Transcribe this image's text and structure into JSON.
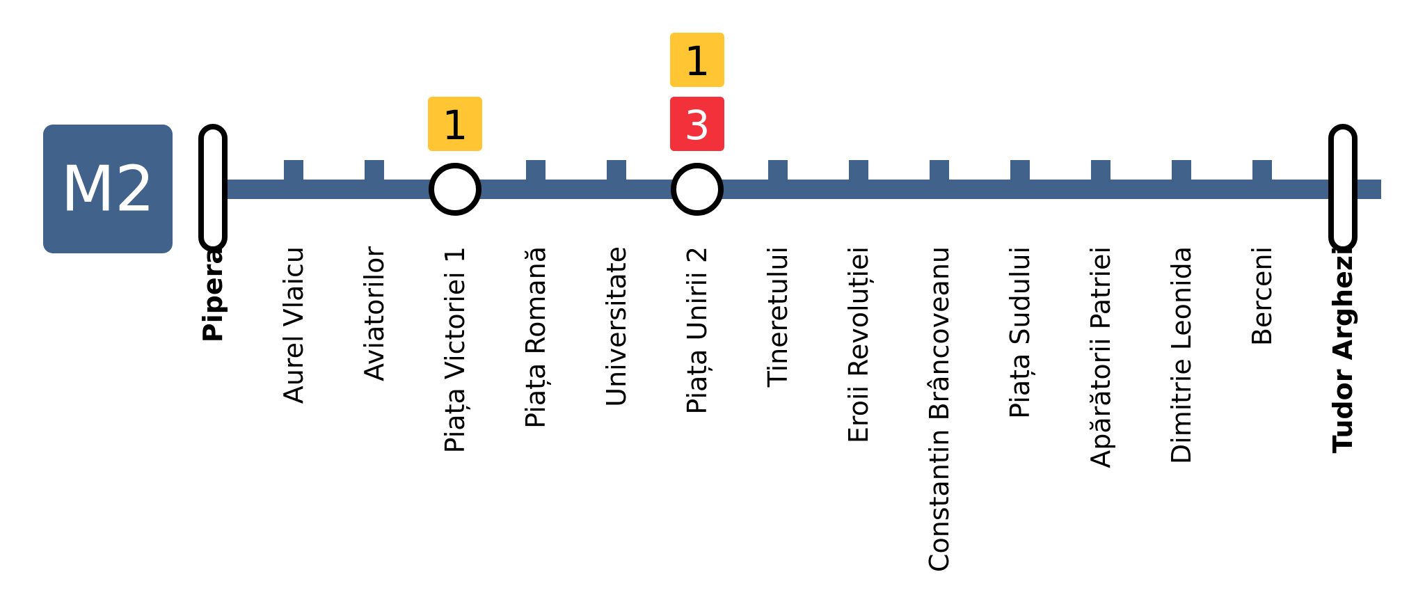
{
  "line": {
    "name": "M2",
    "color": "#41628b"
  },
  "terminus_start": "Pipera",
  "terminus_end": "Tudor Arghezi",
  "stations": [
    {
      "name": "Pipera",
      "type": "terminus",
      "transfers": []
    },
    {
      "name": "Aurel Vlaicu",
      "type": "stop",
      "transfers": []
    },
    {
      "name": "Aviatorilor",
      "type": "stop",
      "transfers": []
    },
    {
      "name": "Piața Victoriei 1",
      "type": "interchange",
      "transfers": [
        "1"
      ]
    },
    {
      "name": "Piața Romană",
      "type": "stop",
      "transfers": []
    },
    {
      "name": "Universitate",
      "type": "stop",
      "transfers": []
    },
    {
      "name": "Piața Unirii 2",
      "type": "interchange",
      "transfers": [
        "3",
        "1"
      ]
    },
    {
      "name": "Tineretului",
      "type": "stop",
      "transfers": []
    },
    {
      "name": "Eroii Revoluției",
      "type": "stop",
      "transfers": []
    },
    {
      "name": "Constantin Brâncoveanu",
      "type": "stop",
      "transfers": []
    },
    {
      "name": "Piața Sudului",
      "type": "stop",
      "transfers": []
    },
    {
      "name": "Apărătorii Patriei",
      "type": "stop",
      "transfers": []
    },
    {
      "name": "Dimitrie Leonida",
      "type": "stop",
      "transfers": []
    },
    {
      "name": "Berceni",
      "type": "stop",
      "transfers": []
    },
    {
      "name": "Tudor Arghezi",
      "type": "terminus",
      "transfers": []
    }
  ],
  "transfer_lines": {
    "1": {
      "color": "#ffc533",
      "text_color": "#000000"
    },
    "3": {
      "color": "#f2313b",
      "text_color": "#ffffff"
    }
  }
}
